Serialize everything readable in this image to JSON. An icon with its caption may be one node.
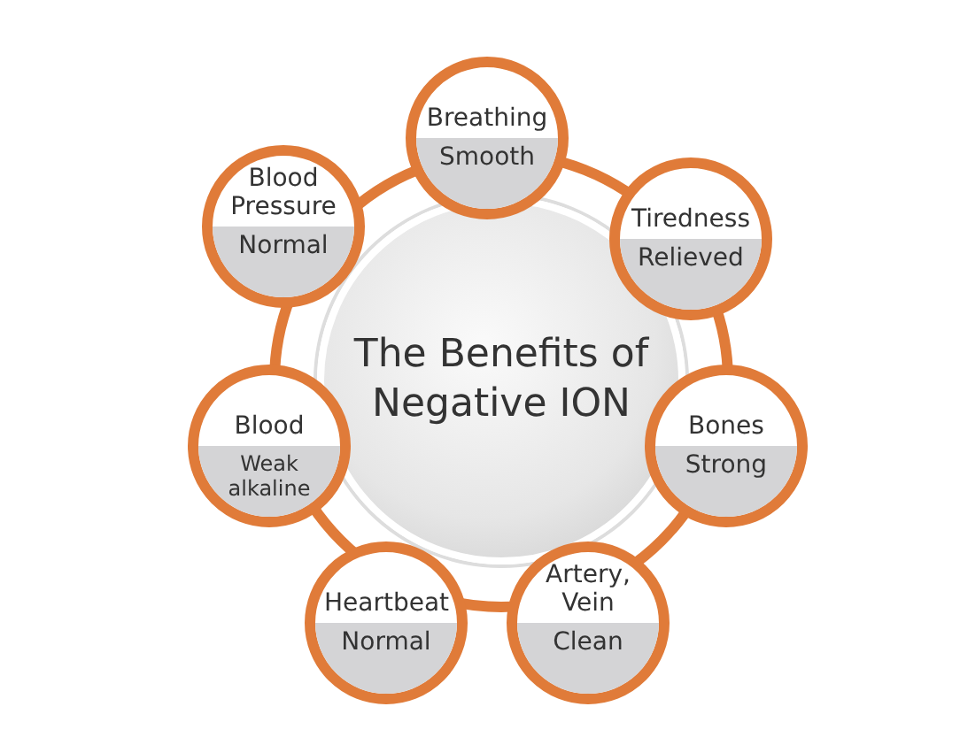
{
  "diagram": {
    "nodes": [
      {
        "text": [
          "The Benefits of Negative ION"
        ]
      },
      {
        "text": [
          "Breathing",
          "Smooth"
        ]
      },
      {
        "text": [
          "Tiredness",
          "Relieved"
        ]
      },
      {
        "text": [
          "Bones",
          "Strong"
        ]
      },
      {
        "text": [
          "Artery, Vein",
          "Clean"
        ]
      },
      {
        "text": [
          "Heartbeat",
          "Normal"
        ]
      },
      {
        "text": [
          "Blood",
          "Weak alkaline"
        ]
      },
      {
        "text": [
          "Blood Pressure",
          "Normal"
        ]
      }
    ]
  }
}
